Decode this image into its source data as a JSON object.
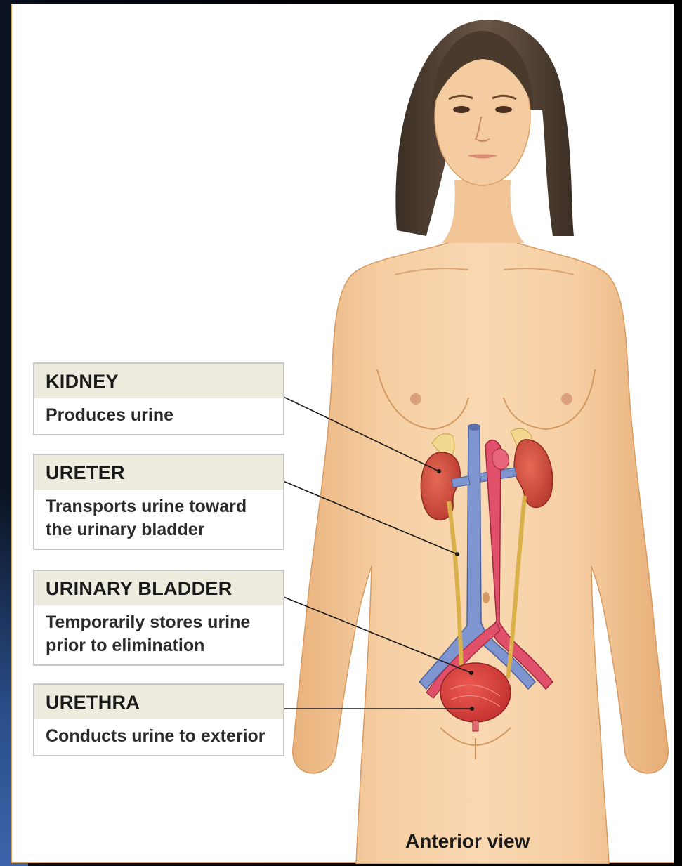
{
  "labels": [
    {
      "title": "KIDNEY",
      "description": "Produces urine"
    },
    {
      "title": "URETER",
      "description": "Transports urine toward the urinary bladder"
    },
    {
      "title": "URINARY BLADDER",
      "description": "Temporarily stores urine prior to elimination"
    },
    {
      "title": "URETHRA",
      "description": "Conducts urine to exterior"
    }
  ],
  "caption": "Anterior view",
  "colors": {
    "skin": "#f2c596",
    "kidney": "#cf4a3a",
    "bladder": "#d9413a",
    "vein": "#6f86c4",
    "artery": "#d8465a",
    "ureter": "#e6c25a",
    "hair": "#4a3a2c",
    "label_header": "#eeecdf"
  }
}
